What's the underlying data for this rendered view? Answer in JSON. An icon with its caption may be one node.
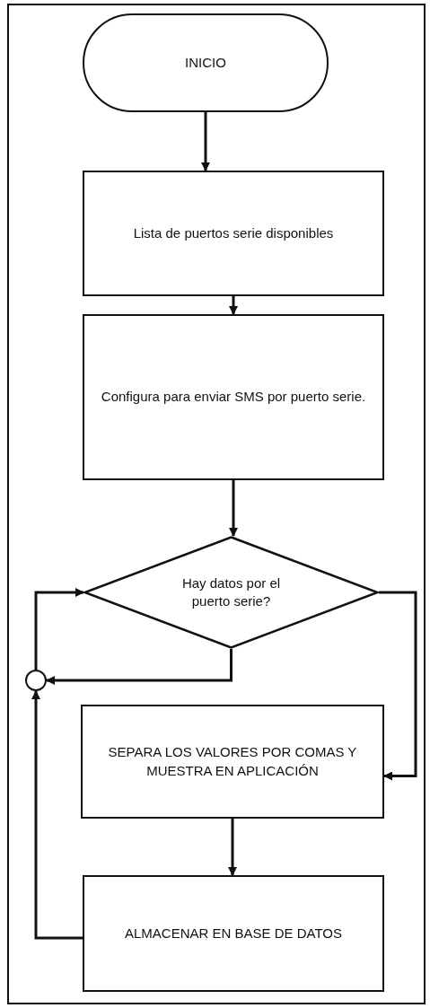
{
  "diagram": {
    "nodes": [
      {
        "text": [
          "INICIO"
        ]
      },
      {
        "text": [
          "Lista de puertos serie disponibles"
        ]
      },
      {
        "text": [
          "Configura para enviar SMS por puerto serie."
        ]
      },
      {
        "text": [
          "Hay datos por el puerto serie?"
        ]
      },
      {
        "text": [],
        "shape": "circle"
      },
      {
        "text": [
          "SEPARA LOS VALORES POR COMAS Y MUESTRA EN APLICACIÓN"
        ]
      },
      {
        "text": [
          "ALMACENAR EN BASE DE DATOS"
        ]
      }
    ],
    "edges": [
      {
        "from": 0,
        "to": 1,
        "arrow": "to"
      },
      {
        "from": 1,
        "to": 2,
        "arrow": "to"
      },
      {
        "from": 2,
        "to": 3,
        "arrow": "to"
      },
      {
        "from": 3,
        "to": 4,
        "arrow": "to"
      },
      {
        "from": 3,
        "to": 5,
        "arrow": "to"
      },
      {
        "from": 5,
        "to": 6,
        "arrow": "to"
      },
      {
        "from": 6,
        "to": 4,
        "arrow": "to"
      },
      {
        "from": 4,
        "to": 3,
        "arrow": "to"
      }
    ]
  }
}
